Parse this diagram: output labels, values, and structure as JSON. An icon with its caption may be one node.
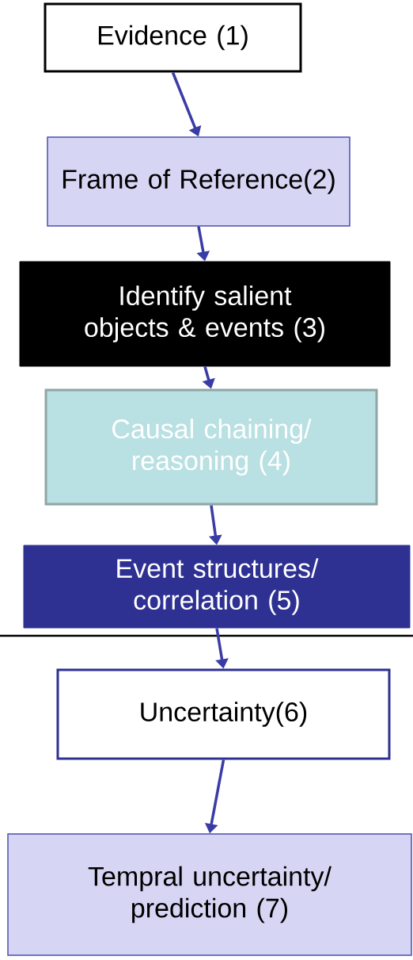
{
  "diagram": {
    "nodes": [
      {
        "text": [
          "Evidence (1)"
        ]
      },
      {
        "text": [
          "Frame of Reference(2)"
        ]
      },
      {
        "text": [
          "Identify salient objects & events (3)"
        ]
      },
      {
        "text": [
          "Causal chaining/ reasoning (4)"
        ]
      },
      {
        "text": [
          "Event structures/ correlation (5)"
        ]
      },
      {
        "text": [
          "Uncertainty(6)"
        ]
      },
      {
        "text": [
          "Tempral uncertainty/ prediction (7)"
        ]
      }
    ],
    "edges": [
      {
        "from": 0,
        "to": 1,
        "arrow": "to"
      },
      {
        "from": 1,
        "to": 2,
        "arrow": "to"
      },
      {
        "from": 2,
        "to": 3,
        "arrow": "to"
      },
      {
        "from": 3,
        "to": 4,
        "arrow": "to"
      },
      {
        "from": 4,
        "to": 5,
        "arrow": "to"
      },
      {
        "from": 5,
        "to": 6,
        "arrow": "to"
      }
    ]
  }
}
